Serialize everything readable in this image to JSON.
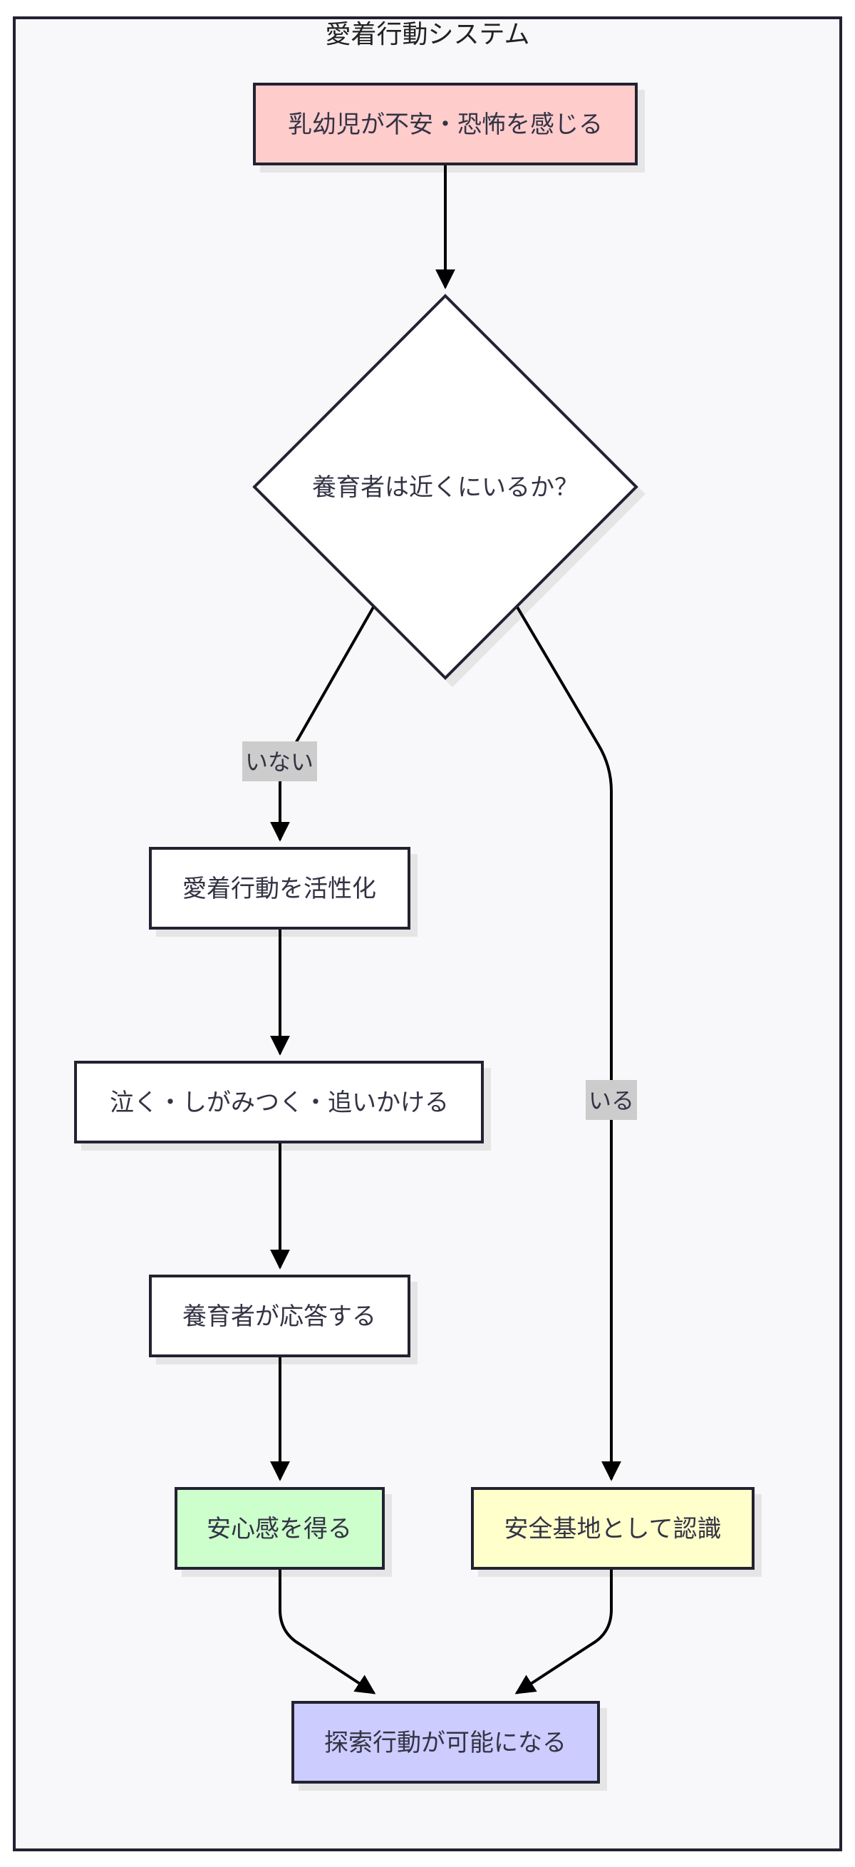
{
  "diagram": {
    "title": "愛着行動システム",
    "nodes": {
      "start": {
        "label": "乳幼児が不安・恐怖を感じる",
        "fill": "#ffcccc"
      },
      "decision": {
        "label": "養育者は近くにいるか？",
        "fill": "#ffffff"
      },
      "activate": {
        "label": "愛着行動を活性化",
        "fill": "#ffffff"
      },
      "behaviors": {
        "label": "泣く・しがみつく・追いかける",
        "fill": "#ffffff"
      },
      "respond": {
        "label": "養育者が応答する",
        "fill": "#ffffff"
      },
      "relief": {
        "label": "安心感を得る",
        "fill": "#ccffcc"
      },
      "secure_base": {
        "label": "安全基地として認識",
        "fill": "#ffffcc"
      },
      "explore": {
        "label": "探索行動が可能になる",
        "fill": "#ccccff"
      }
    },
    "edges": {
      "no_label": "いない",
      "yes_label": "いる"
    },
    "colors": {
      "background": "#f8f8fa",
      "border": "#222233",
      "edge": "#000000",
      "edge_label_bg": "#cccccc"
    }
  }
}
